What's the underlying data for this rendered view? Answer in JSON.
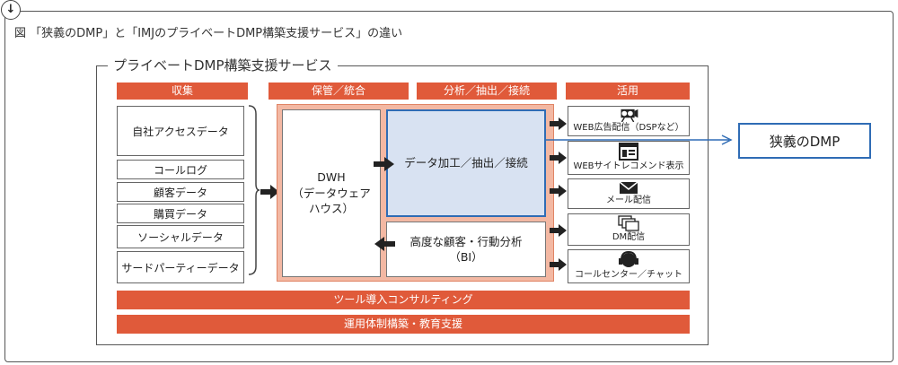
{
  "caption": "図 「狭義のDMP」と「IMJのプライベートDMP構築支援サービス」の違い",
  "frame_title": "プライベートDMP構築支援サービス",
  "headers": [
    "収集",
    "保管／統合",
    "分析／抽出／接続",
    "活用"
  ],
  "inputs": [
    "自社アクセスデータ",
    "コールログ",
    "顧客データ",
    "購買データ",
    "ソーシャルデータ",
    "サードパーティーデータ"
  ],
  "dwh": {
    "line1": "DWH",
    "line2": "（データウェア",
    "line3": "ハウス）"
  },
  "process": "データ加工／抽出／接続",
  "analysis": {
    "line1": "高度な顧客・行動分析",
    "line2": "（BI）"
  },
  "outputs": [
    {
      "label": "WEB広告配信（DSPなど）",
      "icon": "projector-icon"
    },
    {
      "label": "WEBサイトレコメンド表示",
      "icon": "webpage-icon"
    },
    {
      "label": "メール配信",
      "icon": "envelope-icon"
    },
    {
      "label": "DM配信",
      "icon": "documents-icon"
    },
    {
      "label": "コールセンター／チャット",
      "icon": "headset-icon"
    }
  ],
  "bars": [
    "ツール導入コンサルティング",
    "運用体制構築・教育支援"
  ],
  "narrow_dmp": "狭義のDMP",
  "colors": {
    "accent": "#e05a3a",
    "blue": "#2f6cb5",
    "peach": "#f3b8a3",
    "light_blue": "#d8e2f2"
  }
}
